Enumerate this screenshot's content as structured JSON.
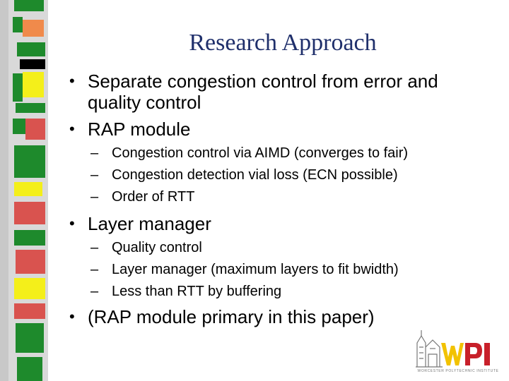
{
  "slide": {
    "title": "Research Approach",
    "bullets": [
      {
        "text_line1": "Separate congestion control from error and",
        "text_line2": "quality control"
      },
      {
        "text": "RAP module",
        "sub": [
          "Congestion control via AIMD (converges to fair)",
          "Congestion detection vial loss (ECN possible)",
          "Order of RTT"
        ]
      },
      {
        "text": "Layer manager",
        "sub": [
          "Quality control",
          "Layer manager (maximum layers to fit bwidth)",
          "Less than RTT by buffering"
        ]
      },
      {
        "text": "(RAP module primary in this paper)"
      }
    ],
    "bullet_glyph": "•",
    "dash_glyph": "–"
  },
  "logo": {
    "text": "WPI",
    "caption": "WORCESTER POLYTECHNIC INSTITUTE",
    "colors": {
      "red": "#c8202a",
      "gold": "#f2c200"
    }
  },
  "strip_colors": {
    "green": "#1e8a2c",
    "red": "#d9534f",
    "yellow": "#f4ef1a",
    "orange": "#f08a4b",
    "black": "#000000",
    "grey": "#c8c8c8"
  }
}
